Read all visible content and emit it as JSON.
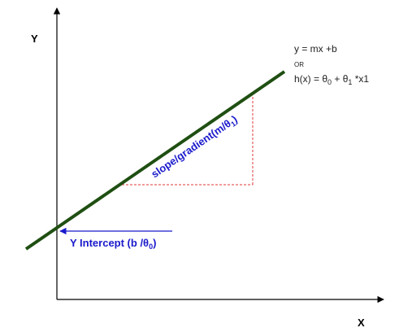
{
  "axes": {
    "y_label": "Y",
    "x_label": "X",
    "axis_color": "#000000"
  },
  "equation": {
    "line1": "y = mx +b",
    "connector": "OR",
    "line2_prefix": "h(x) = θ",
    "line2_sub0": "0",
    "line2_mid": " + θ",
    "line2_sub1": "1",
    "line2_suffix": " *x1"
  },
  "regression_line": {
    "color": "#1f4f12"
  },
  "slope_triangle": {
    "color": "#e03a3a",
    "style": "dashed"
  },
  "slope_label": {
    "text_main": "slope/gradient(m/θ",
    "text_sub": "1",
    "text_end": ")",
    "color": "#1a1acc"
  },
  "intercept_label": {
    "text_main": "Y Intercept (b /θ",
    "text_sub": "0",
    "text_end": ")",
    "color": "#1a1acc"
  }
}
